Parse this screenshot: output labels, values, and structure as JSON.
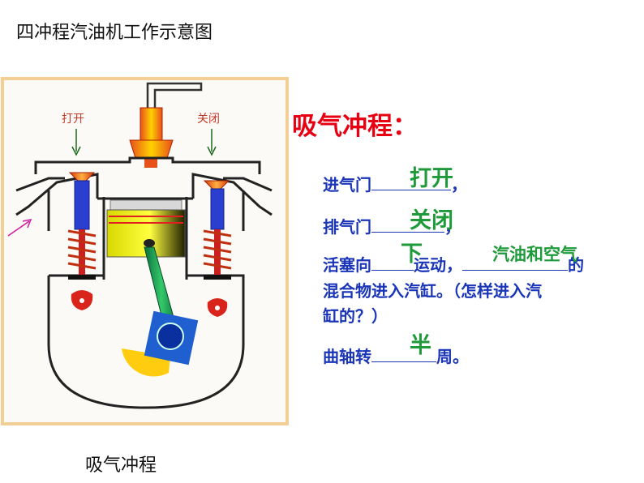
{
  "page": {
    "title": "四冲程汽油机工作示意图",
    "caption": "吸气冲程"
  },
  "diagram": {
    "intake_label": "打开",
    "exhaust_label": "关闭"
  },
  "stroke": {
    "heading": "吸气冲程：",
    "line1": {
      "prefix": "进气门",
      "suffix": "，",
      "answer": "打开"
    },
    "line2": {
      "prefix": "排气门",
      "suffix": "，",
      "answer": "关闭"
    },
    "line3": {
      "prefix": "活塞向",
      "middle": "运动，",
      "suffix": "的",
      "answer1": "下",
      "answer2": "汽油和空气"
    },
    "line4": "混合物进入汽缸。（怎样进入汽",
    "line5": "缸的？）",
    "line6": {
      "prefix": "曲轴转",
      "suffix": "周。",
      "answer": "半"
    }
  },
  "colors": {
    "heading": "#e60012",
    "text": "#1a35b8",
    "answer": "#1e9a3a",
    "frame": "#f3ce95"
  }
}
